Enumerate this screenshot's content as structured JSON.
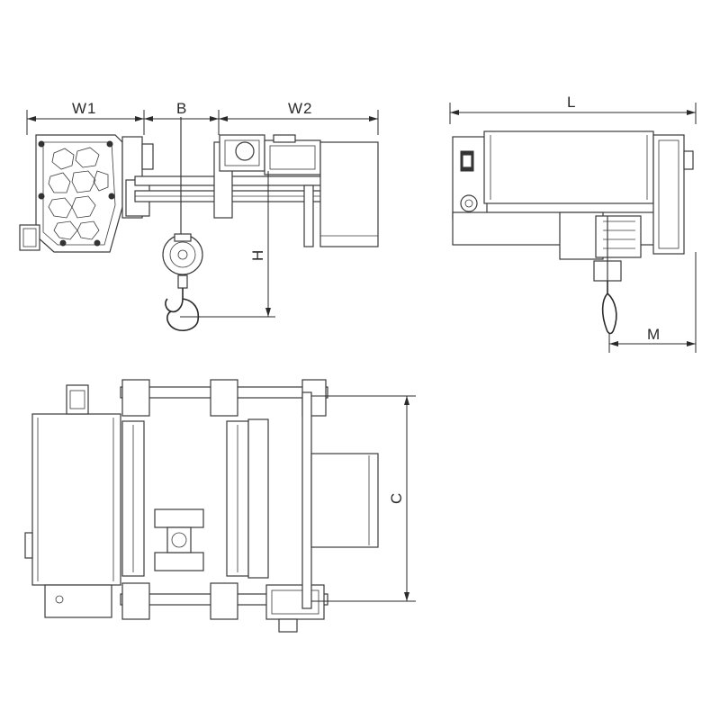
{
  "dimensions": {
    "w1": "W1",
    "b": "B",
    "w2": "W2",
    "h": "H",
    "l": "L",
    "m": "M",
    "c": "C"
  },
  "colors": {
    "line": "#3a3a3a",
    "background": "#ffffff"
  }
}
